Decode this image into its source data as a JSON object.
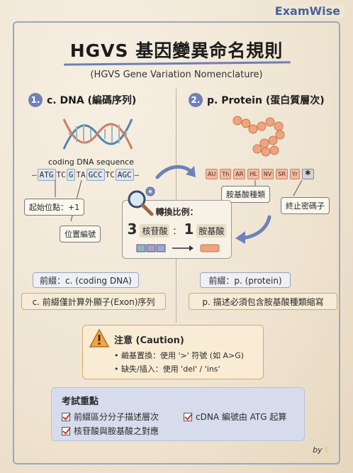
{
  "brand": "ExamWise",
  "title": "HGVS 基因變異命名規則",
  "subtitle": "(HGVS Gene Variation Nomenclature)",
  "left": {
    "number": "1.",
    "heading": "c. DNA (編碼序列)",
    "seq_label": "coding DNA sequence",
    "sequence": [
      {
        "text": "—",
        "boxed": false
      },
      {
        "text": "ATG",
        "boxed": true
      },
      {
        "text": "TC",
        "boxed": false
      },
      {
        "text": "G",
        "boxed": true
      },
      {
        "text": "TA",
        "boxed": false
      },
      {
        "text": "GCC",
        "boxed": true
      },
      {
        "text": "TC",
        "boxed": false
      },
      {
        "text": "AGC",
        "boxed": true
      },
      {
        "text": "—",
        "boxed": false
      }
    ],
    "start_label": "起始位點：+1",
    "pos_label": "位置編號",
    "prefix": "前綴：c. (coding DNA)",
    "prefix_desc": "c. 前綴僅計算外顯子(Exon)序列"
  },
  "right": {
    "number": "2.",
    "heading": "p. Protein (蛋白質層次)",
    "amino_acids": [
      "AU",
      "Th",
      "AR",
      "HL",
      "NV",
      "SR",
      "Yr"
    ],
    "stop_symbol": "✱",
    "aa_label": "胺基酸種類",
    "stop_label": "終止密碼子",
    "prefix": "前綴：p. (protein)",
    "prefix_desc": "p. 描述必須包含胺基酸種類縮寫"
  },
  "conversion": {
    "title": "轉換比例：",
    "left_num": "3",
    "left_unit": "核苷酸",
    "colon": "：",
    "right_num": "1",
    "right_unit": "胺基酸"
  },
  "caution": {
    "title": "注意 (Caution)",
    "items": [
      "• 鹼基置換：使用 '>' 符號 (如 A>G)",
      "• 缺失/插入：使用 'del' / 'ins'"
    ]
  },
  "exam": {
    "title": "考試重點",
    "items": [
      "前綴區分分子描述層次",
      "cDNA 編號由 ATG 起算",
      "核苷酸與胺基酸之對應"
    ]
  },
  "footer": "by",
  "colors": {
    "accent": "#6f80b8",
    "brand": "#4a6296",
    "protein": "#f2b9a1",
    "caution_bg": "#f9ecd4",
    "exam_bg": "#d6dcec"
  }
}
